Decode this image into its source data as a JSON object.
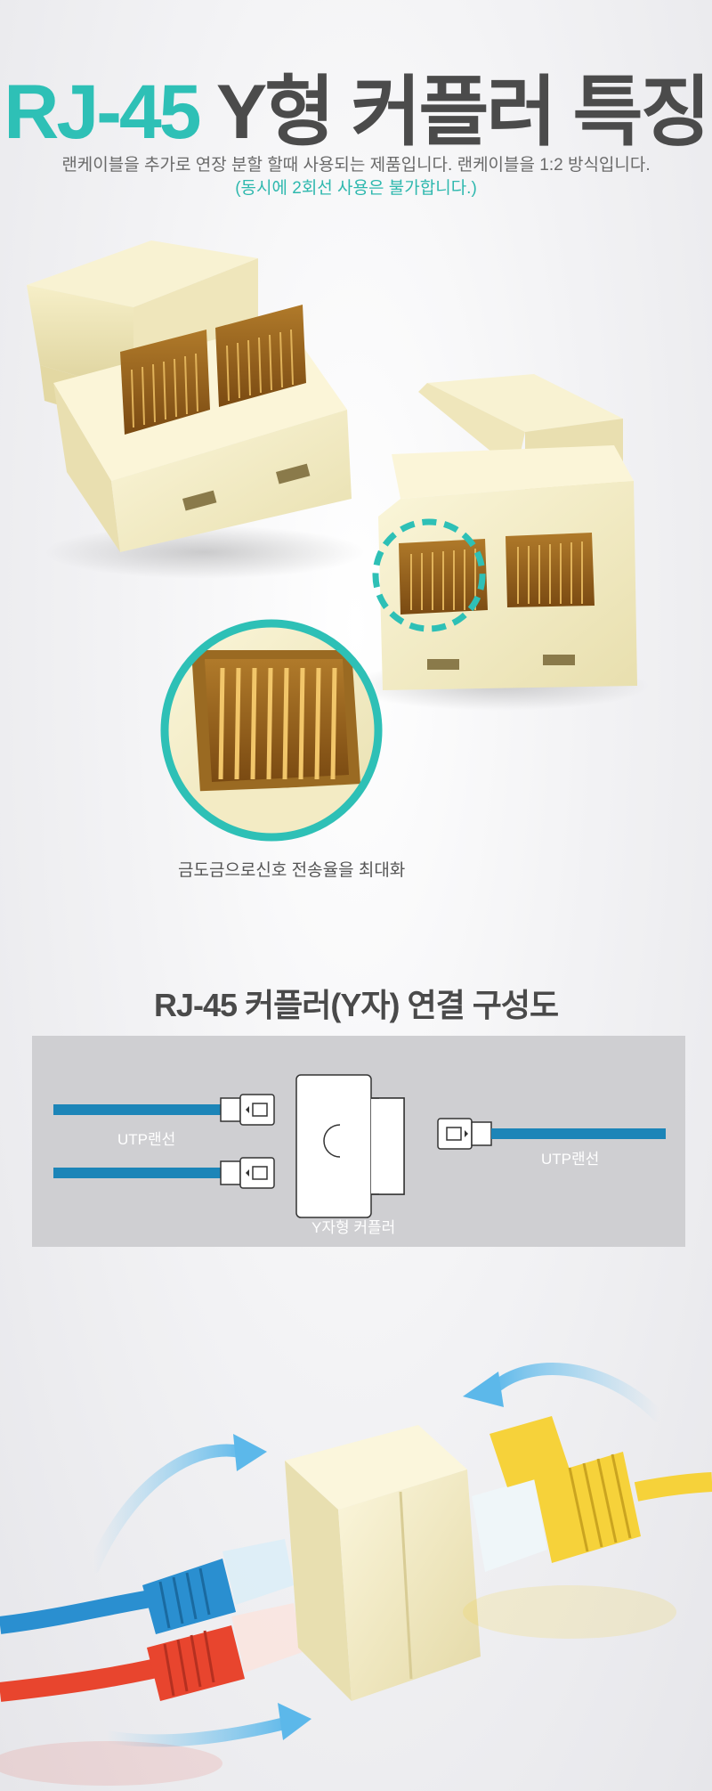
{
  "header": {
    "title_accent": "RJ-45",
    "title_rest": " Y형 커플러 특징",
    "subtitle": "랜케이블을 추가로 연장 분할 할때 사용되는 제품입니다. 랜케이블을  1:2 방식입니다.",
    "note": "(동시에 2회선 사용은 불가합니다.)"
  },
  "feature": {
    "zoom_caption": "금도금으로신호 전송율을 최대화"
  },
  "diagram": {
    "title": "RJ-45 커플러(Y자) 연결 구성도",
    "left_cable_label": "UTP랜선",
    "right_cable_label": "UTP랜선",
    "coupler_label": "Y자형 커플러"
  },
  "colors": {
    "accent": "#2ec0b6",
    "plastic": "#f3ecc8",
    "cable_blue": "#2a8fd0",
    "cable_red": "#e8452e",
    "cable_yellow": "#f6d23a"
  }
}
